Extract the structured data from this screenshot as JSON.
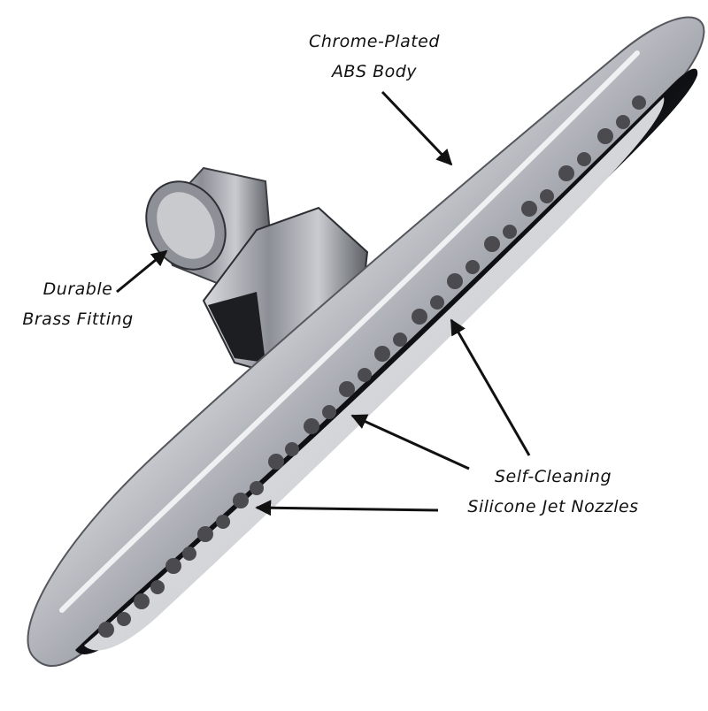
{
  "callouts": {
    "body": {
      "line1": "Chrome-Plated",
      "line2": "ABS Body"
    },
    "fitting": {
      "line1": "Durable",
      "line2": "Brass Fitting"
    },
    "nozzles": {
      "line1": "Self-Cleaning",
      "line2": "Silicone Jet Nozzles"
    }
  },
  "colors": {
    "chrome_light": "#f4f5f7",
    "chrome_mid": "#b9bcc2",
    "chrome_dark": "#2a2b30",
    "nozzle": "#4a4a4f",
    "arrow": "#111111"
  }
}
